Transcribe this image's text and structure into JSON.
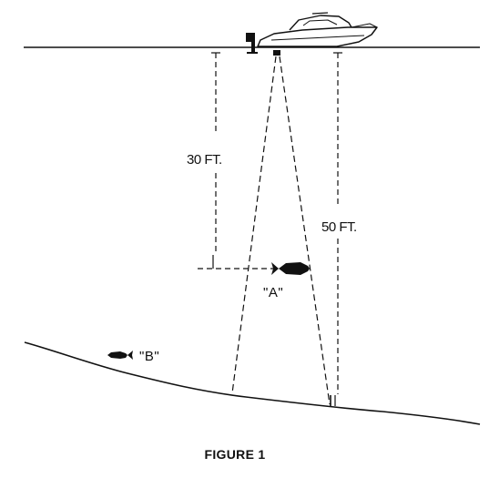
{
  "figure": {
    "caption": "FIGURE 1",
    "depth_shallow_label": "30 FT.",
    "depth_deep_label": "50 FT.",
    "fish_a_label": "\"A\"",
    "fish_b_label": "\"B\""
  },
  "icons": {
    "boat": "boat-icon",
    "fish": "fish-icon"
  },
  "colors": {
    "ink": "#111111",
    "background": "#ffffff"
  }
}
